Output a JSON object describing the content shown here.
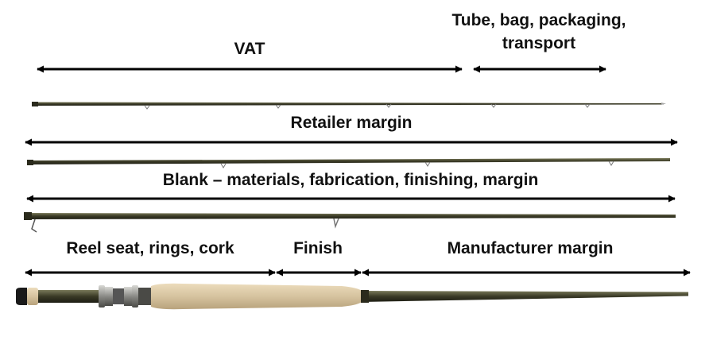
{
  "labels": {
    "vat": "VAT",
    "tube_line1": "Tube, bag, packaging,",
    "tube_line2": "transport",
    "retailer": "Retailer margin",
    "blank": "Blank – materials, fabrication, finishing, margin",
    "reel": "Reel seat, rings, cork",
    "finish": "Finish",
    "manufacturer": "Manufacturer margin"
  },
  "colors": {
    "text": "#111111",
    "arrow": "#000000",
    "rod": "#3a3a26",
    "rod_highlight": "#6a6a4a",
    "cork": "#d9c7a3",
    "metal": "#9a9a96"
  }
}
